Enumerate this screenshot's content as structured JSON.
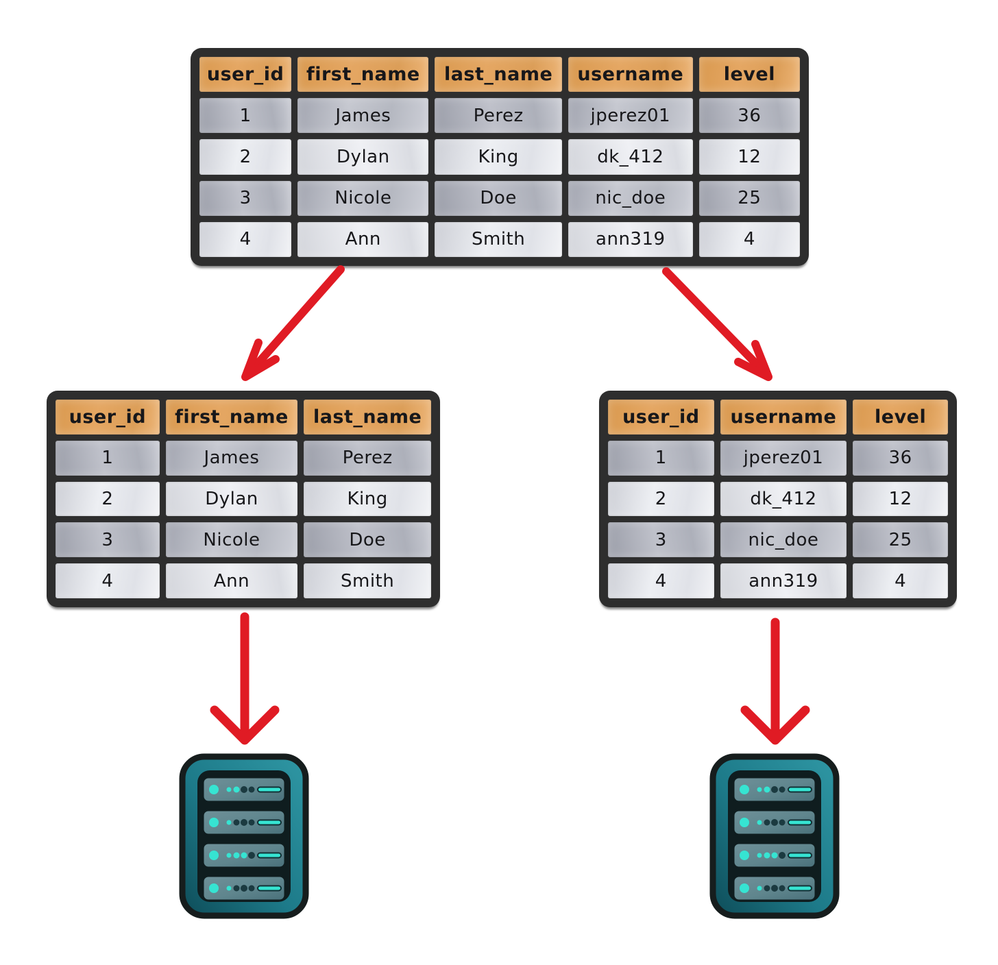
{
  "colors": {
    "background": "#ffffff",
    "table_frame": "#2e2e2e",
    "header_orange": "#e5a763",
    "row_silver_dark": "#b5b8c1",
    "row_silver_light": "#e0e2e8",
    "cell_text": "#17171a",
    "arrow_red": "#e01b24",
    "server_teal": "#1d7a89",
    "server_panel": "#0f1d1f",
    "server_slat": "#5f858d",
    "server_accent": "#36e4d2",
    "server_border": "#161d1d"
  },
  "tables": {
    "main": {
      "columns": [
        "user_id",
        "first_name",
        "last_name",
        "username",
        "level"
      ],
      "rows": [
        [
          "1",
          "James",
          "Perez",
          "jperez01",
          "36"
        ],
        [
          "2",
          "Dylan",
          "King",
          "dk_412",
          "12"
        ],
        [
          "3",
          "Nicole",
          "Doe",
          "nic_doe",
          "25"
        ],
        [
          "4",
          "Ann",
          "Smith",
          "ann319",
          "4"
        ]
      ]
    },
    "left_partition": {
      "columns": [
        "user_id",
        "first_name",
        "last_name"
      ],
      "rows": [
        [
          "1",
          "James",
          "Perez"
        ],
        [
          "2",
          "Dylan",
          "King"
        ],
        [
          "3",
          "Nicole",
          "Doe"
        ],
        [
          "4",
          "Ann",
          "Smith"
        ]
      ]
    },
    "right_partition": {
      "columns": [
        "user_id",
        "username",
        "level"
      ],
      "rows": [
        [
          "1",
          "jperez01",
          "36"
        ],
        [
          "2",
          "dk_412",
          "12"
        ],
        [
          "3",
          "nic_doe",
          "25"
        ],
        [
          "4",
          "ann319",
          "4"
        ]
      ]
    }
  },
  "icons": {
    "server_left": "server-rack-icon",
    "server_right": "server-rack-icon",
    "arrow_main_to_left": "red-arrow-down-left",
    "arrow_main_to_right": "red-arrow-down-right",
    "arrow_left_to_server": "red-arrow-down",
    "arrow_right_to_server": "red-arrow-down"
  }
}
